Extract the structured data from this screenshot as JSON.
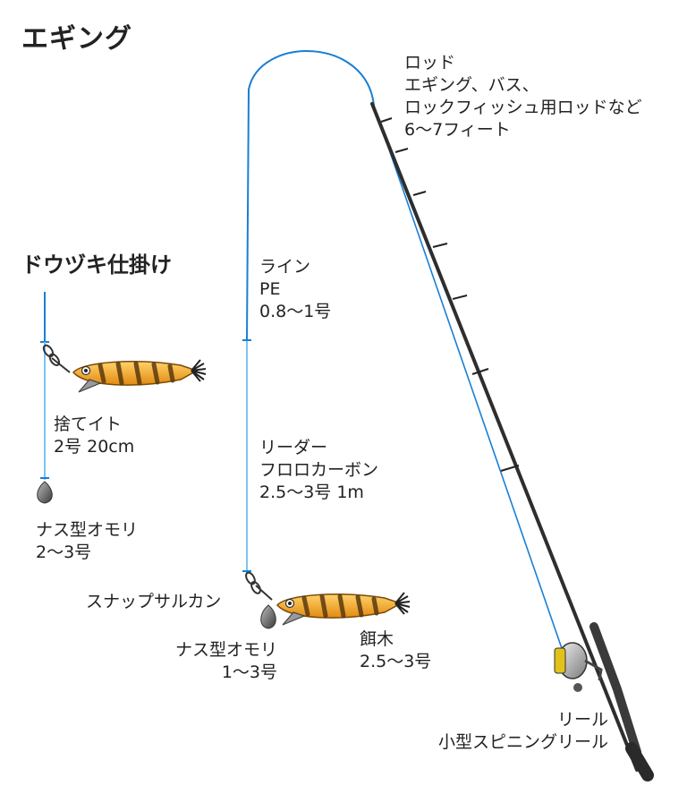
{
  "title": "エギング",
  "dougiki": {
    "title": "ドウヅキ仕掛け"
  },
  "rod": {
    "line1": "ロッド",
    "line2": "エギング、バス、",
    "line3": "ロックフィッシュ用ロッドなど",
    "line4": "6〜7フィート"
  },
  "line": {
    "line1": "ライン",
    "line2": "PE",
    "line3": "0.8〜1号"
  },
  "leader": {
    "line1": "リーダー",
    "line2": "フロロカーボン",
    "line3": "2.5〜3号 1m"
  },
  "sutei": {
    "line1": "捨てイト",
    "line2": "2号 20cm"
  },
  "sinker_left": {
    "line1": "ナス型オモリ",
    "line2": "2〜3号"
  },
  "snap": {
    "label": "スナップサルカン"
  },
  "sinker_center": {
    "line1": "ナス型オモリ",
    "line2": "1〜3号"
  },
  "egi": {
    "line1": "餌木",
    "line2": "2.5〜3号"
  },
  "reel": {
    "line1": "リール",
    "line2": "小型スピニングリール"
  },
  "colors": {
    "line": "#1a7fd4",
    "egi_body": "#f4a21c",
    "egi_stripe": "#5a3a10",
    "rod": "#3a3a3a",
    "sinker": "#6e6e6e"
  }
}
